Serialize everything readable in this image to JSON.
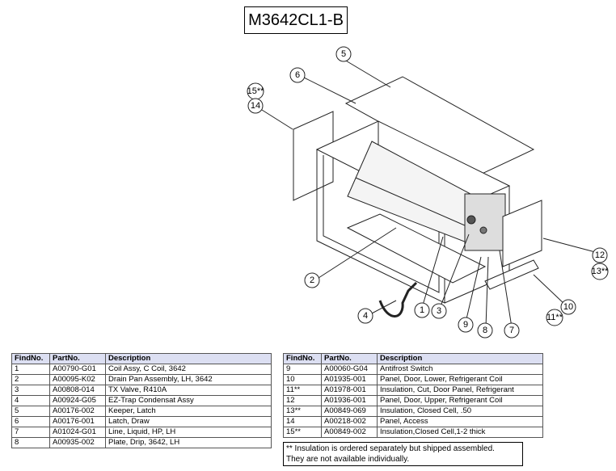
{
  "title": "M3642CL1-B",
  "callouts": [
    "1",
    "2",
    "3",
    "4",
    "5",
    "6",
    "7",
    "8",
    "9",
    "10",
    "11**",
    "12",
    "13**",
    "14",
    "15**"
  ],
  "tables": {
    "headers": [
      "FindNo.",
      "PartNo.",
      "Description"
    ],
    "left": [
      [
        "1",
        "A00790-G01",
        "Coil Assy, C Coil, 3642"
      ],
      [
        "2",
        "A00095-K02",
        "Drain Pan Assembly, LH, 3642"
      ],
      [
        "3",
        "A00808-014",
        "TX Valve, R410A"
      ],
      [
        "4",
        "A00924-G05",
        "EZ-Trap Condensat Assy"
      ],
      [
        "5",
        "A00176-002",
        "Keeper, Latch"
      ],
      [
        "6",
        "A00176-001",
        "Latch, Draw"
      ],
      [
        "7",
        "A01024-G01",
        "Line, Liquid, HP, LH"
      ],
      [
        "8",
        "A00935-002",
        "Plate, Drip, 3642, LH"
      ]
    ],
    "right": [
      [
        "9",
        "A00060-G04",
        "Antifrost Switch"
      ],
      [
        "10",
        "A01935-001",
        "Panel, Door, Lower, Refrigerant Coil"
      ],
      [
        "11**",
        "A01978-001",
        "Insulation, Cut, Door Panel, Refrigerant"
      ],
      [
        "12",
        "A01936-001",
        "Panel, Door, Upper, Refrigerant Coil"
      ],
      [
        "13**",
        "A00849-069",
        "Insulation, Closed Cell, .50"
      ],
      [
        "14",
        "A00218-002",
        "Panel, Access"
      ],
      [
        "15**",
        "A00849-002",
        "Insulation,Closed Cell,1-2 thick"
      ]
    ]
  },
  "note": {
    "line1": "** Insulation is ordered separately but shipped assembled.",
    "line2": "They are not available individually."
  }
}
